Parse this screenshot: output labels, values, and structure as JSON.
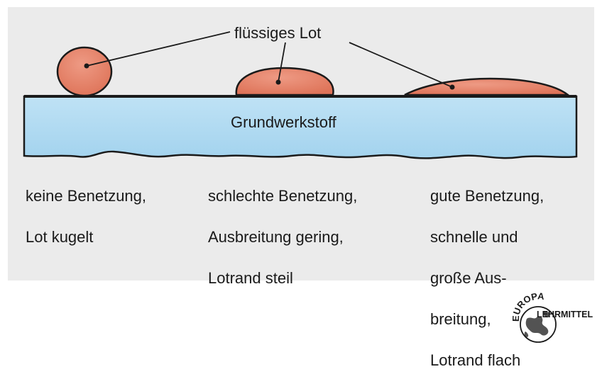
{
  "labels": {
    "solder": "flüssiges Lot",
    "base_material": "Grundwerkstoff"
  },
  "captions": [
    {
      "lines": [
        "keine Benetzung,",
        "Lot kugelt"
      ]
    },
    {
      "lines": [
        "schlechte Benetzung,",
        "Ausbreitung gering,",
        "Lotrand steil"
      ]
    },
    {
      "lines": [
        "gute Benetzung,",
        "schnelle und",
        "große Aus-",
        "breitung,",
        "Lotrand flach"
      ]
    }
  ],
  "logo": {
    "top": "EUROPA",
    "bottom": "LEHRMITTEL"
  },
  "colors": {
    "panel": "#ebebeb",
    "base_top": "#cfe9f7",
    "base_bottom": "#a9d6f0",
    "solder": "#e8856c",
    "outline": "#1a1a1a"
  }
}
